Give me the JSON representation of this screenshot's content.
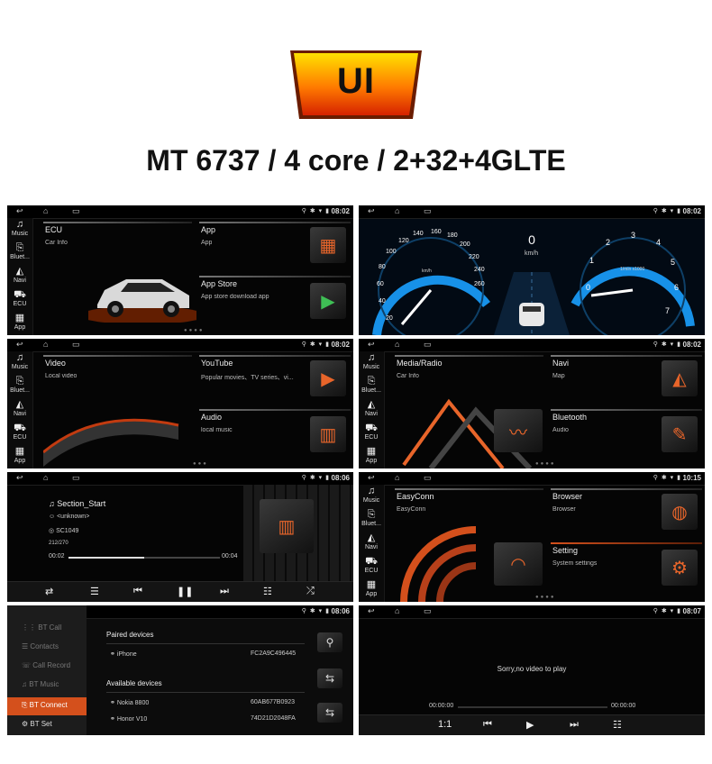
{
  "header": {
    "badge": "UI",
    "subtitle": "MT 6737 / 4 core / 2+32+4GLTE"
  },
  "clocks": [
    "08:02",
    "08:02",
    "08:02",
    "08:02",
    "08:06",
    "10:15",
    "08:06",
    "08:07"
  ],
  "sidebar": [
    {
      "icon": "music-icon",
      "label": "Music",
      "glyph": "♫"
    },
    {
      "icon": "bluetooth-icon",
      "label": "Bluet...",
      "glyph": "⎘"
    },
    {
      "icon": "navi-icon",
      "label": "Navi",
      "glyph": "◭"
    },
    {
      "icon": "car-icon",
      "label": "ECU",
      "glyph": "⛟"
    },
    {
      "icon": "app-icon",
      "label": "App",
      "glyph": "▦"
    }
  ],
  "p1": {
    "ecu_title": "ECU",
    "ecu_sub": "Car Info",
    "app_title": "App",
    "app_sub": "App",
    "store_title": "App Store",
    "store_sub": "App store download app"
  },
  "p2": {
    "speed": "0",
    "unit": "km/h",
    "left_ticks": [
      "20",
      "40",
      "60",
      "80",
      "100",
      "120",
      "140",
      "160",
      "180",
      "200",
      "220",
      "240",
      "260"
    ],
    "right_ticks": [
      "0",
      "1",
      "2",
      "3",
      "4",
      "5",
      "6",
      "7"
    ],
    "left_unit": "km/h",
    "right_unit": "1/min x1000"
  },
  "p3": {
    "video_title": "Video",
    "video_sub": "Local video",
    "yt_title": "YouTube",
    "yt_sub": "Popular movies、TV series、vi...",
    "audio_title": "Audio",
    "audio_sub": "local music"
  },
  "p4": {
    "media_title": "Media/Radio",
    "media_sub": "Car Info",
    "navi_title": "Navi",
    "navi_sub": "Map",
    "bt_title": "Bluetooth",
    "bt_sub": "Audio"
  },
  "p5": {
    "track": "Section_Start",
    "artist": "<unknown>",
    "album": "SC1049",
    "count": "212/270",
    "elapsed": "00:02",
    "total": "00:04",
    "progress": 0.5
  },
  "p6": {
    "easy_title": "EasyConn",
    "easy_sub": "EasyConn",
    "browser_title": "Browser",
    "browser_sub": "Browser",
    "setting_title": "Setting",
    "setting_sub": "System settings"
  },
  "p7": {
    "menu": [
      "BT Call",
      "Contacts",
      "Call Record",
      "BT Music",
      "BT Connect",
      "BT Set"
    ],
    "paired_header": "Paired devices",
    "paired": [
      {
        "name": "iPhone",
        "mac": "FC2A9C496445"
      }
    ],
    "available_header": "Available devices",
    "available": [
      {
        "name": "Nokia 8800",
        "mac": "60AB677B0923"
      },
      {
        "name": "Honor V10",
        "mac": "74D21D2048FA"
      }
    ]
  },
  "p8": {
    "message": "Sorry,no video to play",
    "elapsed": "00:00:00",
    "total": "00:00:00",
    "ratio": "1:1"
  }
}
